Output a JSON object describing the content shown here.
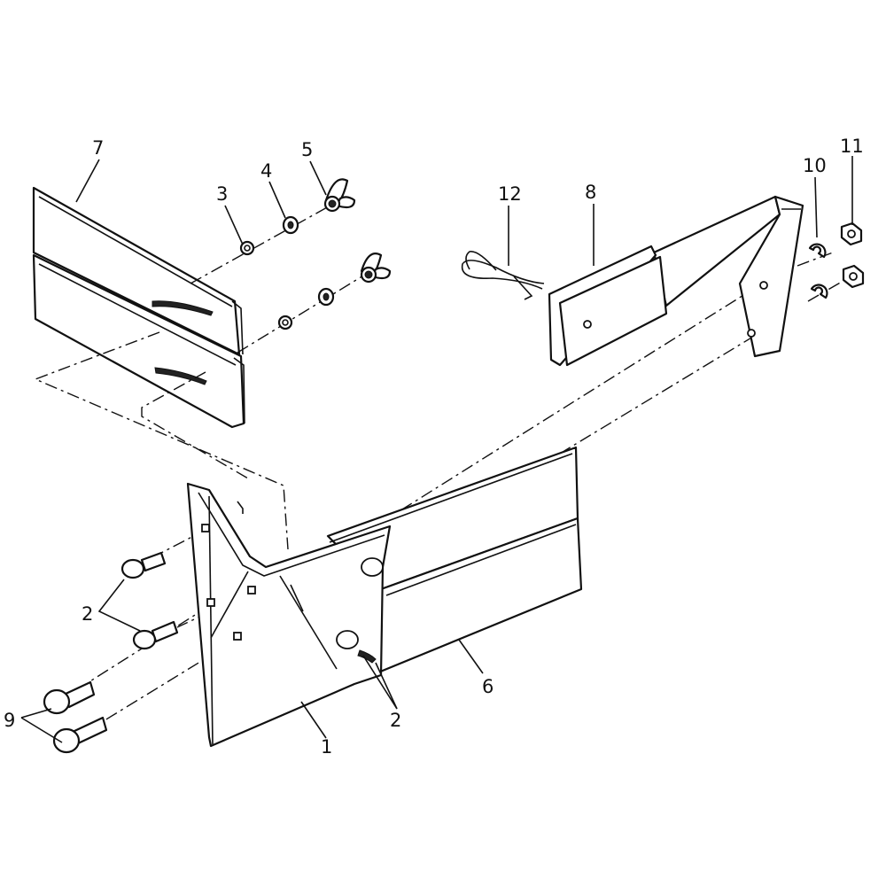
{
  "labels": {
    "l1": "1",
    "l2a": "2",
    "l2b": "2",
    "l3": "3",
    "l4": "4",
    "l5": "5",
    "l6": "6",
    "l7": "7",
    "l8": "8",
    "l9": "9",
    "l10": "10",
    "l11": "11",
    "l12": "12"
  }
}
